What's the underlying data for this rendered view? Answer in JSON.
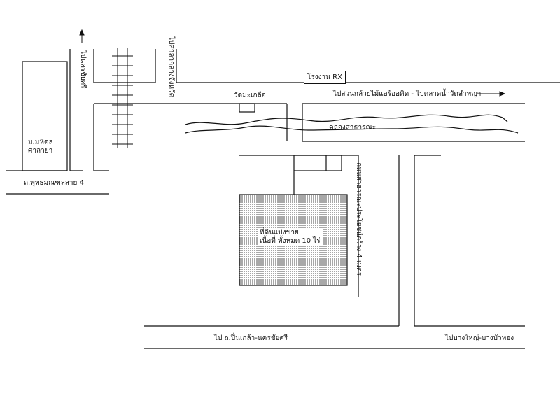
{
  "labels": {
    "university": [
      "ม.มหิดล",
      "ศาลายา"
    ],
    "road_buddhamonthon": "ถ.พุทธมณฑลสาย 4",
    "to_nakhon_chai_si": "ไปนครชัยศรี",
    "to_sala_klang": "ไปศาลากลางจังหวัด",
    "factory": "โรงงาน RX",
    "temple": "วัดมะเกลือ",
    "to_garden": "ไปสวนกล้วยไม้แอร์ออคิด - ไปตลาดน้ำวัดลำพญา",
    "canal": "คลองสาธารณะ",
    "side_road": "ถนนสาธารณะประโยชน์กว้าง 4 เมตร",
    "parcel": [
      "ที่ดินแบ่งขาย",
      "เนื้อที่ ทั้งหมด 10 ไร่"
    ],
    "to_pinklao": "ไป ถ.ปิ่นเกล้า-นครชัยศรี",
    "to_bang_yai": "ไปบางใหญ่-บางบัวทอง"
  },
  "icons": {
    "north_arrow": "arrow-up-icon",
    "direction_arrow": "arrow-right-icon",
    "railway": "railway-track-icon",
    "parcel_fill": "dotted-fill"
  },
  "colors": {
    "line": "#111111",
    "parcel": "#cfcfcf"
  }
}
